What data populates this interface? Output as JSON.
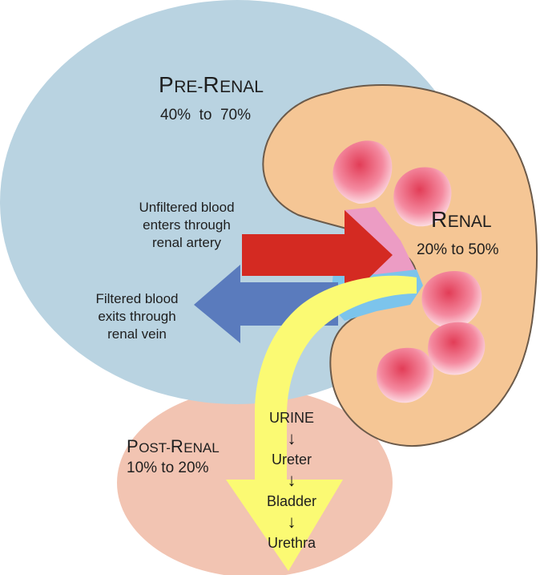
{
  "prerenal": {
    "name_initial_1": "P",
    "name_rest_1": "RE",
    "name_sep": "-",
    "name_initial_2": "R",
    "name_rest_2": "ENAL",
    "percent": "40%  to  70%"
  },
  "renal": {
    "name_initial": "R",
    "name_rest": "ENAL",
    "percent": "20% to 50%"
  },
  "postrenal": {
    "name_initial_1": "P",
    "name_rest_1": "OST",
    "name_sep": "-",
    "name_initial_2": "R",
    "name_rest_2": "ENAL",
    "percent": "10% to 20%"
  },
  "artery": {
    "line1": "Unfiltered blood",
    "line2": "enters through",
    "line3": "renal artery"
  },
  "vein": {
    "line1": "Filtered blood",
    "line2": "exits through",
    "line3": "renal vein"
  },
  "urine_path": {
    "steps": [
      "URINE",
      "Ureter",
      "Bladder",
      "Urethra"
    ],
    "arrow_glyph": "↓"
  },
  "colors": {
    "prerenal_circle": "#b9d3e1",
    "postrenal_circle": "#f2c4b2",
    "kidney": "#f5c695",
    "kidney_outline": "#6b5a4a",
    "artery_arrow": "#d42a22",
    "vein_arrow": "#5a7bbd",
    "urine_arrow": "#fbfa73",
    "renal_pelvis_pink": "#ec9cc4",
    "renal_pelvis_blue": "#7cc4ec",
    "pyramid": "#e23d57"
  }
}
